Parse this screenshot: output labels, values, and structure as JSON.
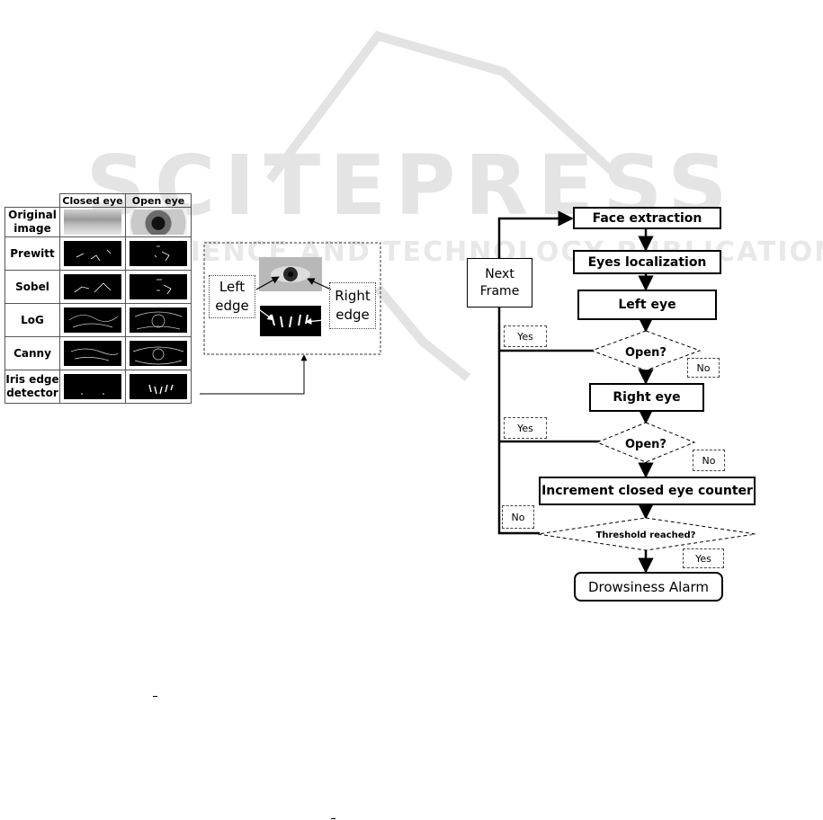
{
  "watermark": {
    "main": "SCITEPRESS",
    "sub": "SCIENCE AND TECHNOLOGY PUBLICATIONS"
  },
  "table": {
    "columns": [
      "Closed eye",
      "Open eye"
    ],
    "rows": [
      {
        "label": "Original image",
        "label_lines": [
          "Original",
          "image"
        ]
      },
      {
        "label": "Prewitt",
        "label_lines": [
          "Prewitt"
        ]
      },
      {
        "label": "Sobel",
        "label_lines": [
          "Sobel"
        ]
      },
      {
        "label": "LoG",
        "label_lines": [
          "LoG"
        ]
      },
      {
        "label": "Canny",
        "label_lines": [
          "Canny"
        ]
      },
      {
        "label": "Iris edge detector",
        "label_lines": [
          "Iris edge",
          "detector"
        ]
      }
    ]
  },
  "zoom_panel": {
    "left_edge": [
      "Left",
      "edge"
    ],
    "right_edge": [
      "Right",
      "edge"
    ]
  },
  "flowchart": {
    "face_extraction": "Face extraction",
    "eyes_localization": "Eyes localization",
    "left_eye": "Left eye",
    "open_q1": "Open?",
    "right_eye": "Right eye",
    "open_q2": "Open?",
    "increment": "Increment closed eye counter",
    "threshold": "Threshold reached?",
    "alarm": "Drowsiness Alarm",
    "next_frame": [
      "Next",
      "Frame"
    ],
    "yes1": "Yes",
    "no1": "No",
    "yes2": "Yes",
    "no2": "No",
    "no3": "No",
    "yes3": "Yes"
  }
}
